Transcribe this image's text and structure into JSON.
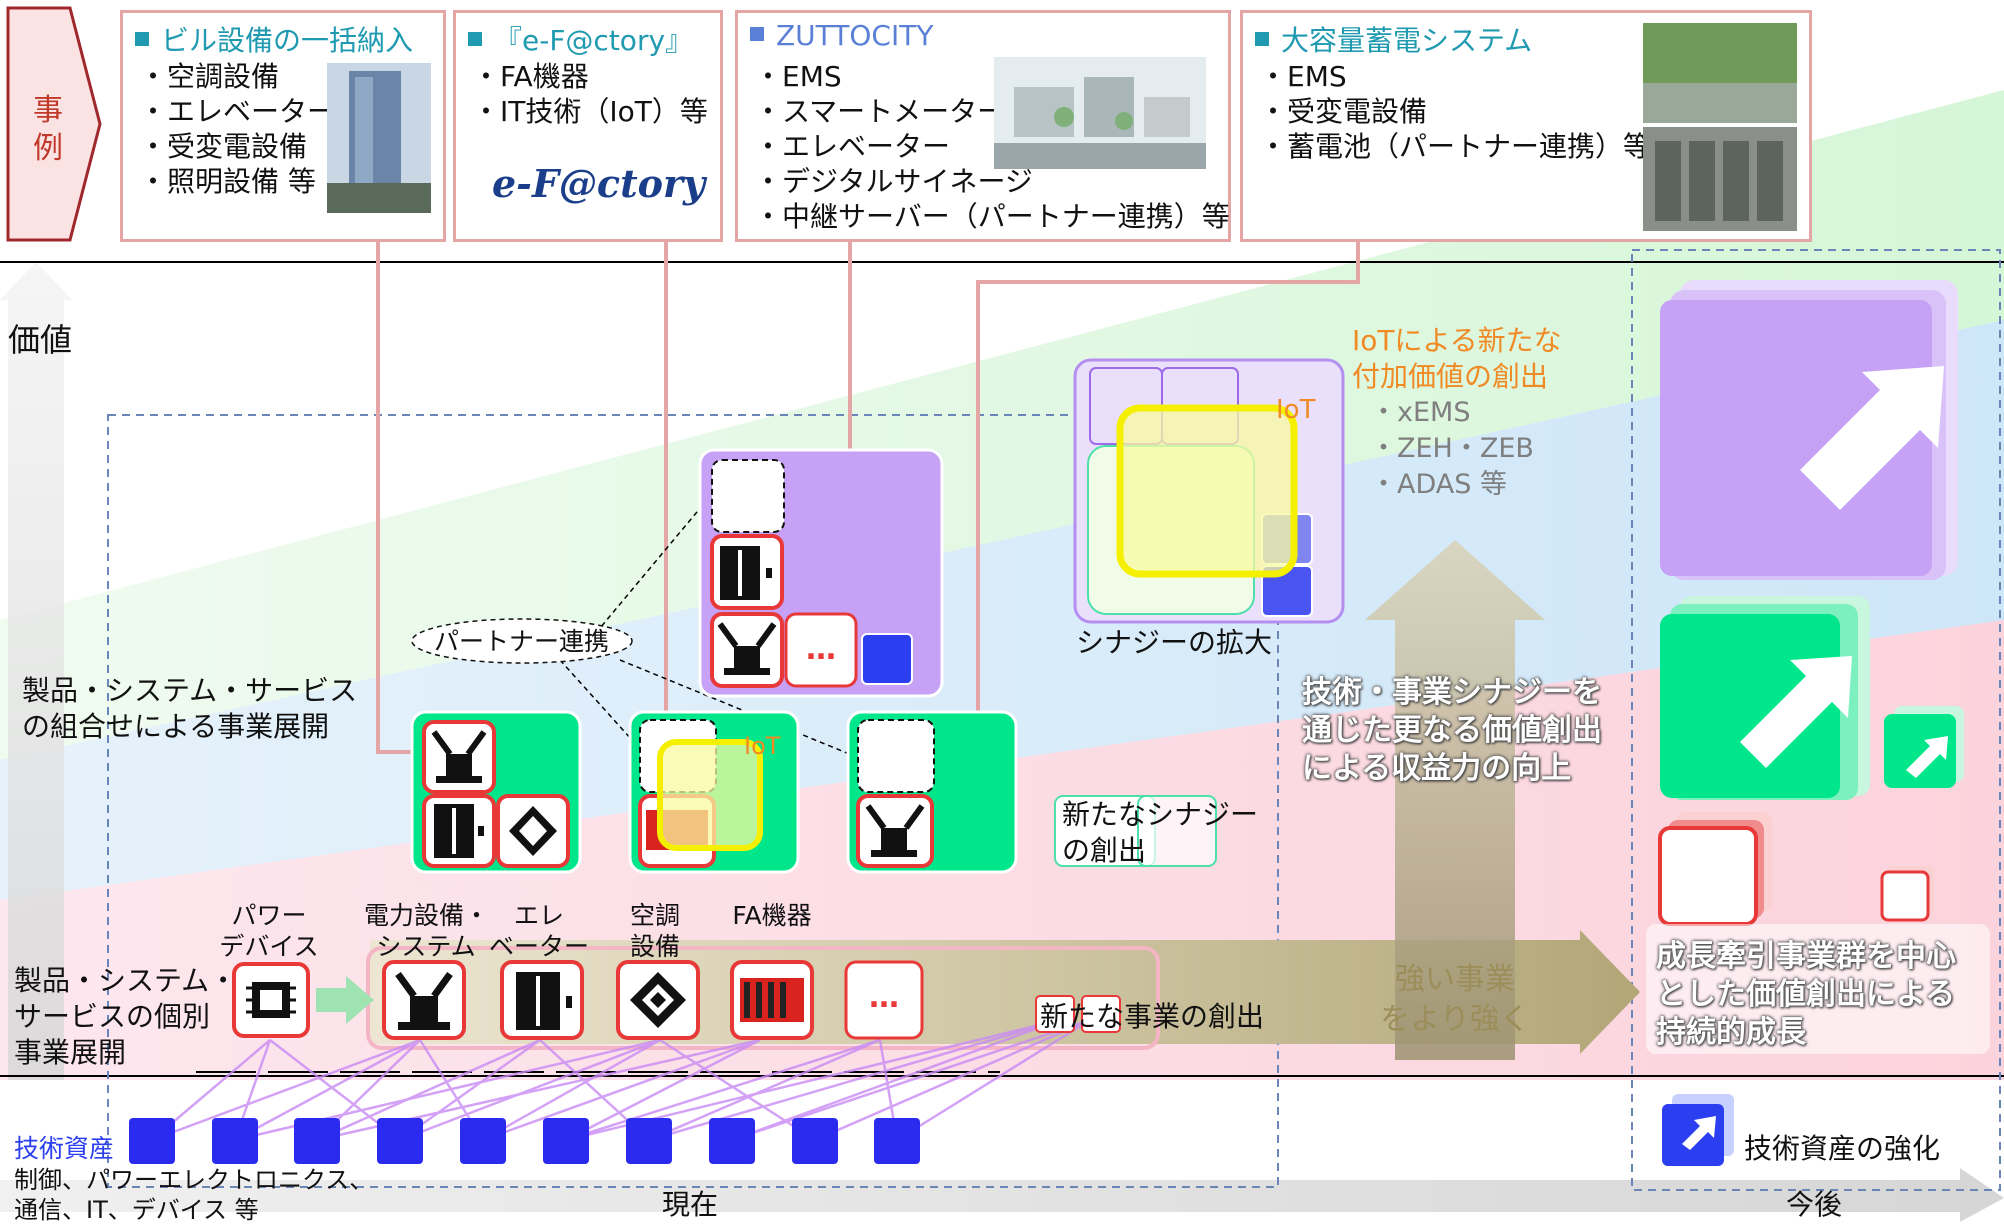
{
  "side_tab": {
    "label_line1": "事",
    "label_line2": "例"
  },
  "cases": [
    {
      "title": "ビル設備の一括納入",
      "items": [
        "・空調設備",
        "・エレベーター",
        "・受変電設備",
        "・照明設備 等"
      ]
    },
    {
      "title": "『e-F@ctory』",
      "items": [
        "・FA機器",
        "・IT技術（IoT）等"
      ],
      "logo": "e-F@ctory"
    },
    {
      "title": "ZUTTOCITY",
      "items": [
        "・EMS",
        "・スマートメーター",
        "・エレベーター",
        "・デジタルサイネージ",
        "・中継サーバー（パートナー連携）等"
      ]
    },
    {
      "title": "大容量蓄電システム",
      "items": [
        "・EMS",
        "・受変電設備",
        "・蓄電池（パートナー連携）等"
      ]
    }
  ],
  "axis": {
    "value": "価値",
    "now": "現在",
    "future": "今後"
  },
  "left_labels": {
    "combo_line1": "製品・システム・サービス",
    "combo_line2": "の組合せによる事業展開",
    "single_line1": "製品・システム・",
    "single_line2": "サービスの個別",
    "single_line3": "事業展開",
    "tech_title": "技術資産",
    "tech_line1": "制御、パワーエレクトロニクス、",
    "tech_line2": "通信、IT、デバイス 等"
  },
  "products": [
    {
      "line1": "パワー",
      "line2": "デバイス",
      "icon": "chip-icon"
    },
    {
      "line1": "電力設備・",
      "line2": "システム",
      "icon": "transformer-icon"
    },
    {
      "line1": "エレ",
      "line2": "ベーター",
      "icon": "elevator-icon"
    },
    {
      "line1": "空調",
      "line2": "設備",
      "icon": "aircon-icon"
    },
    {
      "line1": "",
      "line2": "FA機器",
      "icon": "fa-device-icon"
    },
    {
      "line1": "",
      "line2": "",
      "icon": "ellipsis-icon"
    }
  ],
  "labels": {
    "ellipsis": "…",
    "partner": "パートナー連携",
    "iot": "IoT",
    "synergy_expand": "シナジーの拡大",
    "new_synergy_line1": "新たなシナジー",
    "new_synergy_line2": "の創出",
    "new_business": "新たな事業の創出",
    "iot_value_line1": "IoTによる新たな",
    "iot_value_line2": "付加価値の創出",
    "iot_item1": "・xEMS",
    "iot_item2": "・ZEH・ZEB",
    "iot_item3": "・ADAS 等",
    "synergy_msg_line1": "技術・事業シナジーを",
    "synergy_msg_line2": "通じた更なる価値創出",
    "synergy_msg_line3": "による収益力の向上",
    "strong_line1": "強い事業",
    "strong_line2": "をより強く",
    "growth_line1": "成長牽引事業群を中心",
    "growth_line2": "とした価値創出による",
    "growth_line3": "持続的成長",
    "tech_strengthen": "技術資産の強化"
  },
  "colors": {
    "case_border": "#e6a5a5",
    "title_teal": "#1f9ab0",
    "green": "#00e68a",
    "purple": "#c6a1f5",
    "blue": "#2b3ef0",
    "red": "#e83838",
    "olive": "#b8ad86",
    "orange": "#f08a24"
  }
}
